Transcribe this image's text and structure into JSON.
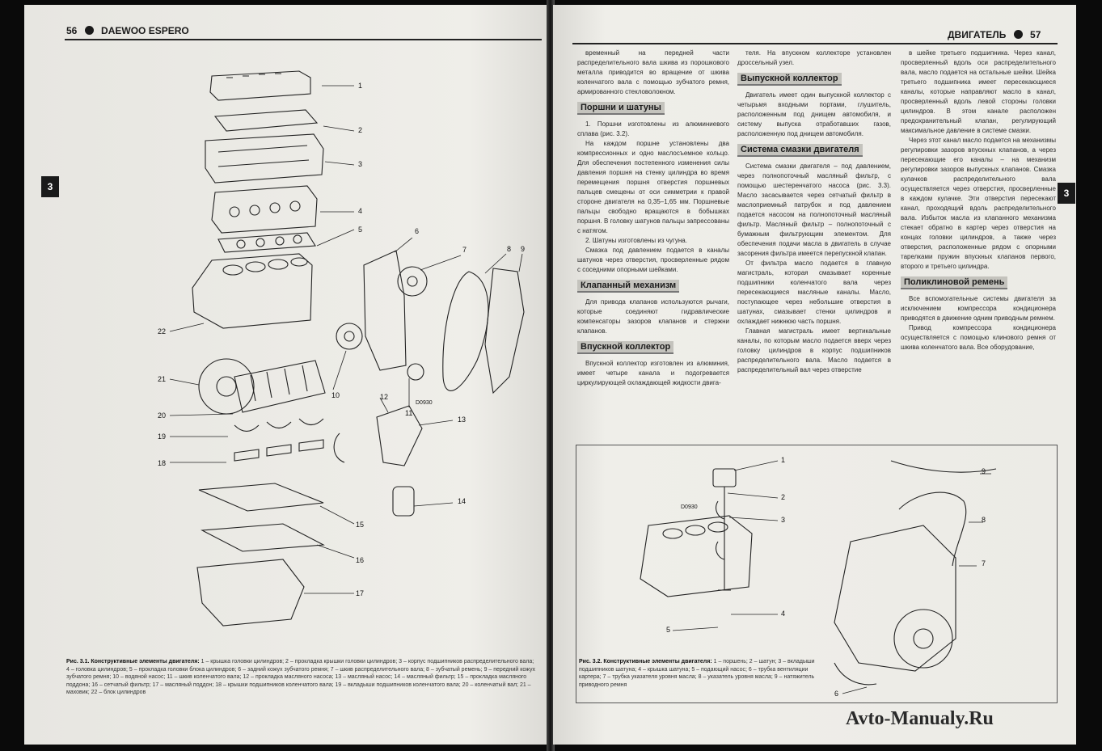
{
  "left_page": {
    "page_number": "56",
    "book_title": "DAEWOO ESPERO",
    "chapter_tab": "3",
    "figure_code": "D0930",
    "callouts": [
      "1",
      "2",
      "3",
      "4",
      "5",
      "6",
      "7",
      "8",
      "9",
      "10",
      "11",
      "12",
      "13",
      "14",
      "15",
      "16",
      "17",
      "18",
      "19",
      "20",
      "21",
      "22"
    ],
    "caption_title": "Рис. 3.1. Конструктивные элементы двигателя:",
    "caption_text": "1 – крышка головки цилиндров; 2 – прокладка крышки головки цилиндров; 3 – корпус подшипников распределительного вала; 4 – головка цилиндров; 5 – прокладка головки блока цилиндров; 6 – задний кожух зубчатого ремня; 7 – шкив распределительного вала; 8 – зубчатый ремень; 9 – передний кожух зубчатого ремня; 10 – водяной насос; 11 – шкив коленчатого вала; 12 – прокладка масляного насоса; 13 – масляный насос; 14 – масляный фильтр; 15 – прокладка масляного поддона; 16 – сетчатый фильтр; 17 – масляный поддон; 18 – крышки подшипников коленчатого вала; 19 – вкладыши подшипников коленчатого вала; 20 – коленчатый вал; 21 – маховик; 22 – блок цилиндров"
  },
  "right_page": {
    "page_number": "57",
    "section_title": "ДВИГАТЕЛЬ",
    "chapter_tab": "3",
    "col1": {
      "p_intro": "временный на передней части распределительного вала шкива из порошкового металла приводится во вращение от шкива коленчатого вала с помощью зубчатого ремня, армированного стекловолокном.",
      "h_pistons": "Поршни и шатуны",
      "p_pist1": "1. Поршни изготовлены из алюминиевого сплава (рис. 3.2).",
      "p_pist2": "На каждом поршне установлены два компрессионных и одно маслосъемное кольцо. Для обеспечения постепенного изменения силы давления поршня на стенку цилиндра во время перемещения поршня отверстия поршневых пальцев смещены от оси симметрии к правой стороне двигателя на 0,35–1,65 мм. Поршневые пальцы свободно вращаются в бобышках поршня. В головку шатунов пальцы запрессованы с натягом.",
      "p_pist3": "2. Шатуны изготовлены из чугуна.",
      "p_pist4": "Смазка под давлением подается в каналы шатунов через отверстия, просверленные рядом с соседними опорными шейками.",
      "h_valve": "Клапанный механизм",
      "p_valve": "Для привода клапанов используются рычаги, которые соединяют гидравлические компенсаторы зазоров клапанов и стержни клапанов.",
      "h_intake": "Впускной коллектор",
      "p_intake": "Впускной коллектор изготовлен из алюминия, имеет четыре канала и подогревается циркулирующей охлаждающей жидкости двига-"
    },
    "col2": {
      "p_cont": "теля. На впускном коллекторе установлен дроссельный узел.",
      "h_exhaust": "Выпускной коллектор",
      "p_exhaust": "Двигатель имеет один выпускной коллектор с четырьмя входными портами, глушитель, расположенным под днищем автомобиля, и систему выпуска отработавших газов, расположенную под днищем автомобиля.",
      "h_lube": "Система смазки двигателя",
      "p_lube1": "Система смазки двигателя – под давлением, через полнопоточный масляный фильтр, с помощью шестеренчатого насоса (рис. 3.3). Масло засасывается через сетчатый фильтр в маслоприемный патрубок и под давлением подается насосом на полнопоточный масляный фильтр. Масляный фильтр – полнопоточный с бумажным фильтрующим элементом. Для обеспечения подачи масла в двигатель в случае засорения фильтра имеется перепускной клапан.",
      "p_lube2": "От фильтра масло подается в главную магистраль, которая смазывает коренные подшипники коленчатого вала через пересекающиеся масляные каналы. Масло, поступающее через небольшие отверстия в шатунах, смазывает стенки цилиндров и охлаждает нижнюю часть поршня.",
      "p_lube3": "Главная магистраль имеет вертикальные каналы, по которым масло подается вверх через головку цилиндров в корпус подшипников распределительного вала. Масло подается в распределительный вал через отверстие"
    },
    "col3": {
      "p1": "в шейке третьего подшипника. Через канал, просверленный вдоль оси распределительного вала, масло подается на остальные шейки. Шейка третьего подшипника имеет пересекающиеся каналы, которые направляют масло в канал, просверленный вдоль левой стороны головки цилиндров. В этом канале расположен предохранительный клапан, регулирующий максимальное давление в системе смазки.",
      "p2": "Через этот канал масло подается на механизмы регулировки зазоров впускных клапанов, а через пересекающие его каналы – на механизм регулировки зазоров выпускных клапанов. Смазка кулачков распределительного вала осуществляется через отверстия, просверленные в каждом кулачке. Эти отверстия пересекают канал, проходящий вдоль распределительного вала. Избыток масла из клапанного механизма стекает обратно в картер через отверстия на концах головки цилиндров, а также через отверстия, расположенные рядом с опорными тарелками пружин впускных клапанов первого, второго и третьего цилиндра.",
      "h_belt": "Поликлиновой ремень",
      "p3": "Все вспомогательные системы двигателя за исключением компрессора кондиционера приводятся в движение одним приводным ремнем.",
      "p4": "Привод компрессора кондиционера осуществляется с помощью клинового ремня от шкива коленчатого вала. Все оборудование,"
    },
    "figure2": {
      "code": "D0930",
      "callouts_left": [
        "1",
        "2",
        "3",
        "4",
        "5"
      ],
      "callouts_right": [
        "6",
        "7",
        "8",
        "9"
      ],
      "caption_title": "Рис. 3.2. Конструктивные элементы двигателя:",
      "caption_text": "1 – поршень; 2 – шатун; 3 – вкладыши подшипников шатуна; 4 – крышка шатуна; 5 – подающий насос; 6 – трубка вентиляции картера; 7 – трубка указателя уровня масла; 8 – указатель уровня масла; 9 – натяжитель приводного ремня"
    }
  },
  "watermark": "Avto-Manualy.Ru"
}
